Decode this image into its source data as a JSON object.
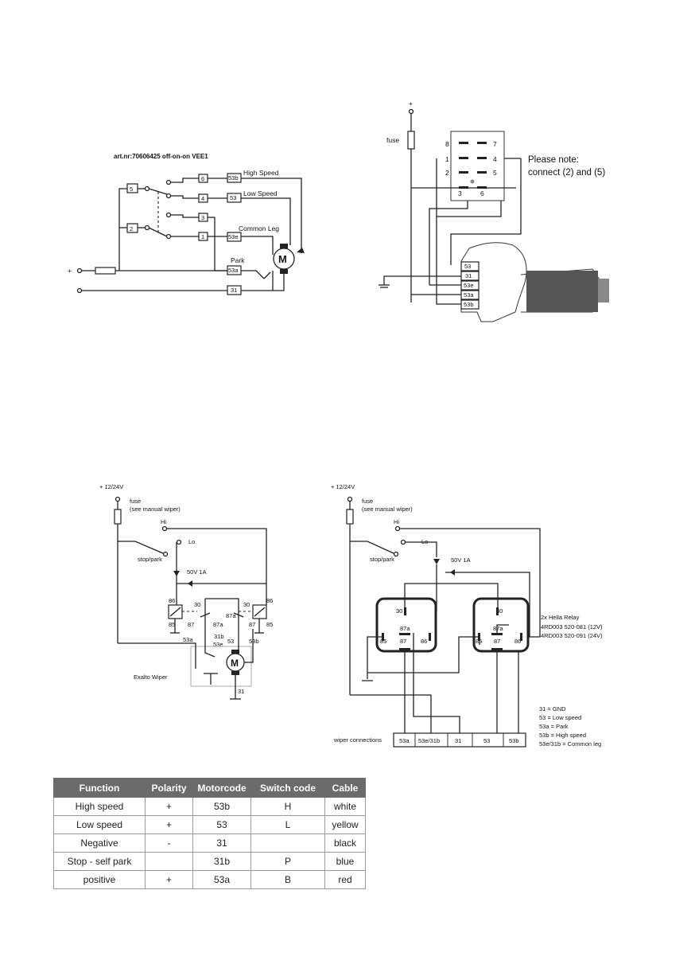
{
  "diagram1": {
    "title": "art.nr:70606425 off-on-on  VEE1",
    "switch_positions": [
      "6",
      "4",
      "3",
      "1",
      "5",
      "2"
    ],
    "motor_terminals": [
      "53b",
      "53",
      "53e",
      "53a",
      "31"
    ],
    "labels": {
      "high": "High Speed",
      "low": "Low Speed",
      "common": "Common Leg",
      "park": "Park",
      "plus": "+",
      "motor": "M"
    }
  },
  "diagram2": {
    "plus": "+",
    "fuse": "fuse",
    "switch_pins": [
      "8",
      "7",
      "1",
      "4",
      "2",
      "5",
      "3",
      "6"
    ],
    "motor_terminals": [
      "53",
      "31",
      "53e",
      "53a",
      "53b"
    ],
    "note_line1": "Please note:",
    "note_line2": "connect (2) and (5)"
  },
  "diagram3": {
    "supply": "+ 12/24V",
    "fuse_line1": "fuse",
    "fuse_line2": "(see manual wiper)",
    "hi": "Hi",
    "lo": "Lo",
    "stop_park": "stop/park",
    "diode": "50V 1A",
    "relay_pins": [
      "86",
      "85",
      "30",
      "87",
      "87a",
      "30",
      "87",
      "85",
      "86",
      "87a"
    ],
    "motor_terms": [
      "53a",
      "31b",
      "53e",
      "53",
      "53b",
      "31"
    ],
    "wiper_label": "Exalto Wiper",
    "motor": "M"
  },
  "diagram4": {
    "supply": "+ 12/24V",
    "fuse_line1": "fuse",
    "fuse_line2": "(see manual wiper)",
    "hi": "Hi",
    "lo": "Lo",
    "stop_park": "stop/park",
    "diode": "50V 1A",
    "relay1_pins": [
      "30",
      "87a",
      "85",
      "87",
      "86"
    ],
    "relay2_pins": [
      "30",
      "87a",
      "85",
      "87",
      "86"
    ],
    "relay_note": [
      "2x Hella Relay",
      "4RD003 520-081 (12V)",
      "4RD003 520-091 (24V)"
    ],
    "wiper_connections_label": "wiper connections",
    "wiper_terminals": [
      "53a",
      "53e/31b",
      "31",
      "53",
      "53b"
    ],
    "legend": [
      "31 = GND",
      "53 = Low speed",
      "53a = Park",
      "53b = High speed",
      "53e/31b = Common leg"
    ]
  },
  "table": {
    "headers": [
      "Function",
      "Polarity",
      "Motorcode",
      "Switch code",
      "Cable"
    ],
    "rows": [
      [
        "High speed",
        "+",
        "53b",
        "H",
        "white"
      ],
      [
        "Low speed",
        "+",
        "53",
        "L",
        "yellow"
      ],
      [
        "Negative",
        "-",
        "31",
        "",
        "black"
      ],
      [
        "Stop - self park",
        "",
        "31b",
        "P",
        "blue"
      ],
      [
        "positive",
        "+",
        "53a",
        "B",
        "red"
      ]
    ]
  }
}
